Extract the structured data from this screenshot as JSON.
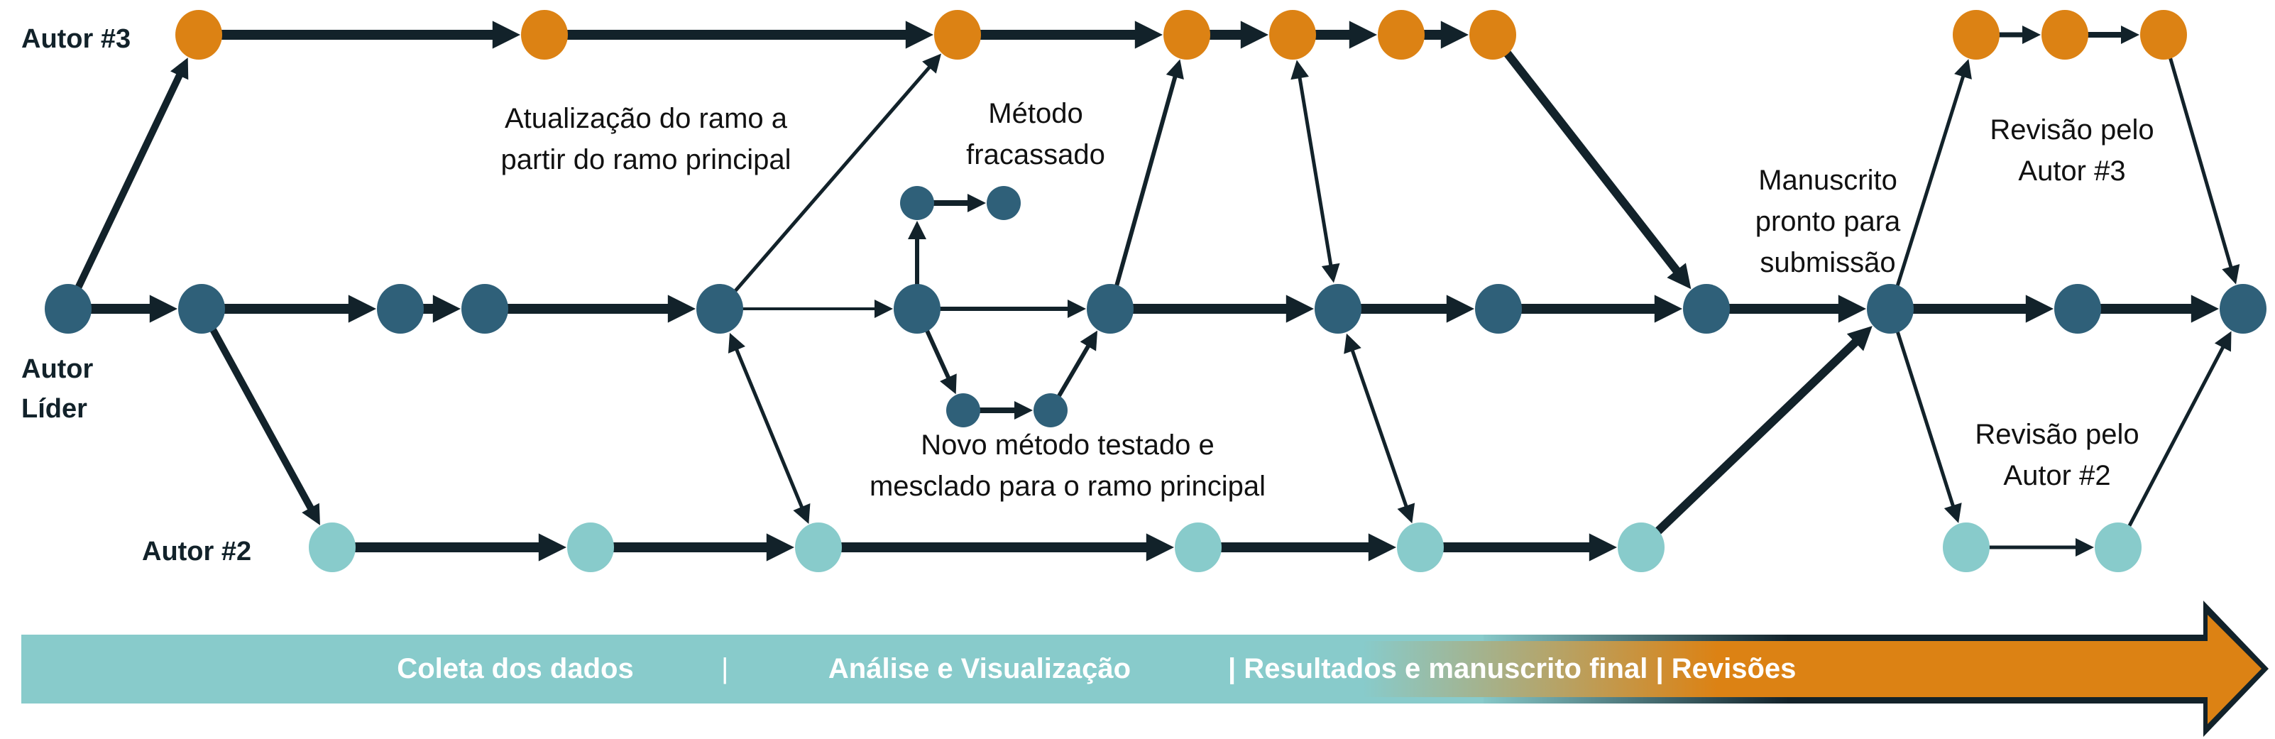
{
  "authors": {
    "author3": "Autor #3",
    "lead_line1": "Autor",
    "lead_line2": "Líder",
    "author2": "Autor #2"
  },
  "annotations": {
    "branch_update": [
      "Atualização do ramo a",
      "partir do ramo principal"
    ],
    "failed_method": [
      "Método",
      "fracassado"
    ],
    "new_method": [
      "Novo método testado e",
      "mesclado para o ramo principal"
    ],
    "manuscript_ready": [
      "Manuscrito",
      "pronto para",
      "submissão"
    ],
    "review3": [
      "Revisão pelo",
      "Autor #3"
    ],
    "review2": [
      "Revisão pelo",
      "Autor #2"
    ]
  },
  "timeline": {
    "phase1": "Coleta dos dados",
    "sep1": "|",
    "phase2": "Análise e Visualização",
    "phase3": "| Resultados e manuscrito final | Revisões"
  },
  "colors": {
    "author3": "#DC8214",
    "lead": "#2F6079",
    "author2": "#88CBCB",
    "arrow": "#12222A"
  }
}
